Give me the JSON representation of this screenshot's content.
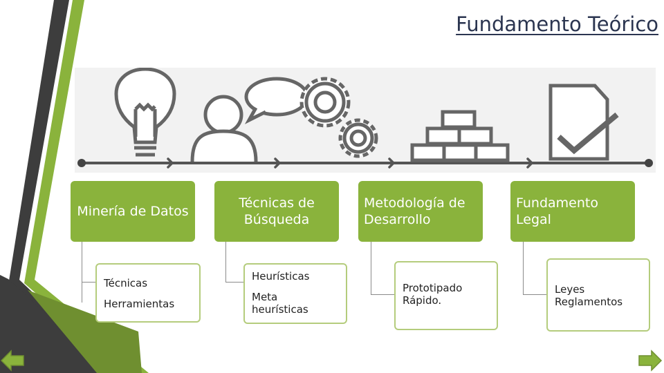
{
  "title": "Fundamento Teórico",
  "categories": [
    {
      "label": "Minería de Datos",
      "items": [
        "Técnicas",
        "Herramientas"
      ]
    },
    {
      "label": "Técnicas de Búsqueda",
      "items": [
        "Heurísticas",
        "Meta heurísticas"
      ]
    },
    {
      "label": "Metodología de Desarrollo",
      "items": [
        "Prototipado Rápido."
      ]
    },
    {
      "label": "Fundamento Legal",
      "items": [
        "Leyes",
        "Reglamentos"
      ]
    }
  ],
  "icons": [
    "lightbulb-icon",
    "person-thinking-icon",
    "gears-icon",
    "brick-wall-icon",
    "checked-document-icon"
  ],
  "navigation": {
    "previous": "arrow-left-icon",
    "next": "arrow-right-icon"
  },
  "colors": {
    "accent_green": "#8ab33c",
    "dark_gray": "#3d3d3d",
    "title_navy": "#2b3550"
  }
}
